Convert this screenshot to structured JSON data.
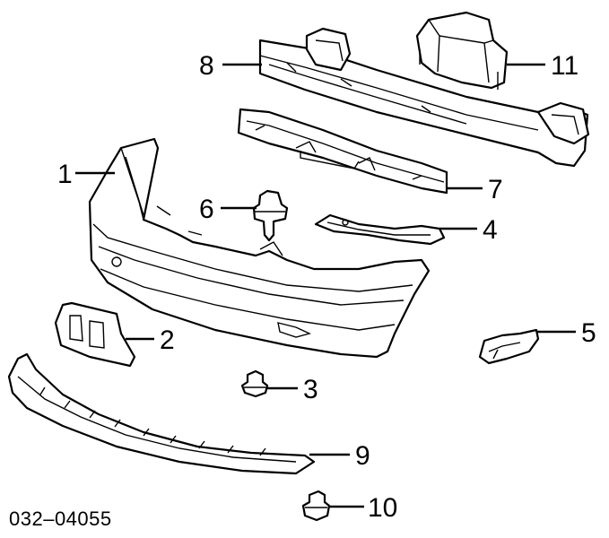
{
  "diagram": {
    "code": "032–04055",
    "callouts": [
      {
        "id": "1",
        "label": "1"
      },
      {
        "id": "2",
        "label": "2"
      },
      {
        "id": "3",
        "label": "3"
      },
      {
        "id": "4",
        "label": "4"
      },
      {
        "id": "5",
        "label": "5"
      },
      {
        "id": "6",
        "label": "6"
      },
      {
        "id": "7",
        "label": "7"
      },
      {
        "id": "8",
        "label": "8"
      },
      {
        "id": "9",
        "label": "9"
      },
      {
        "id": "10",
        "label": "10"
      },
      {
        "id": "11",
        "label": "11"
      }
    ]
  }
}
